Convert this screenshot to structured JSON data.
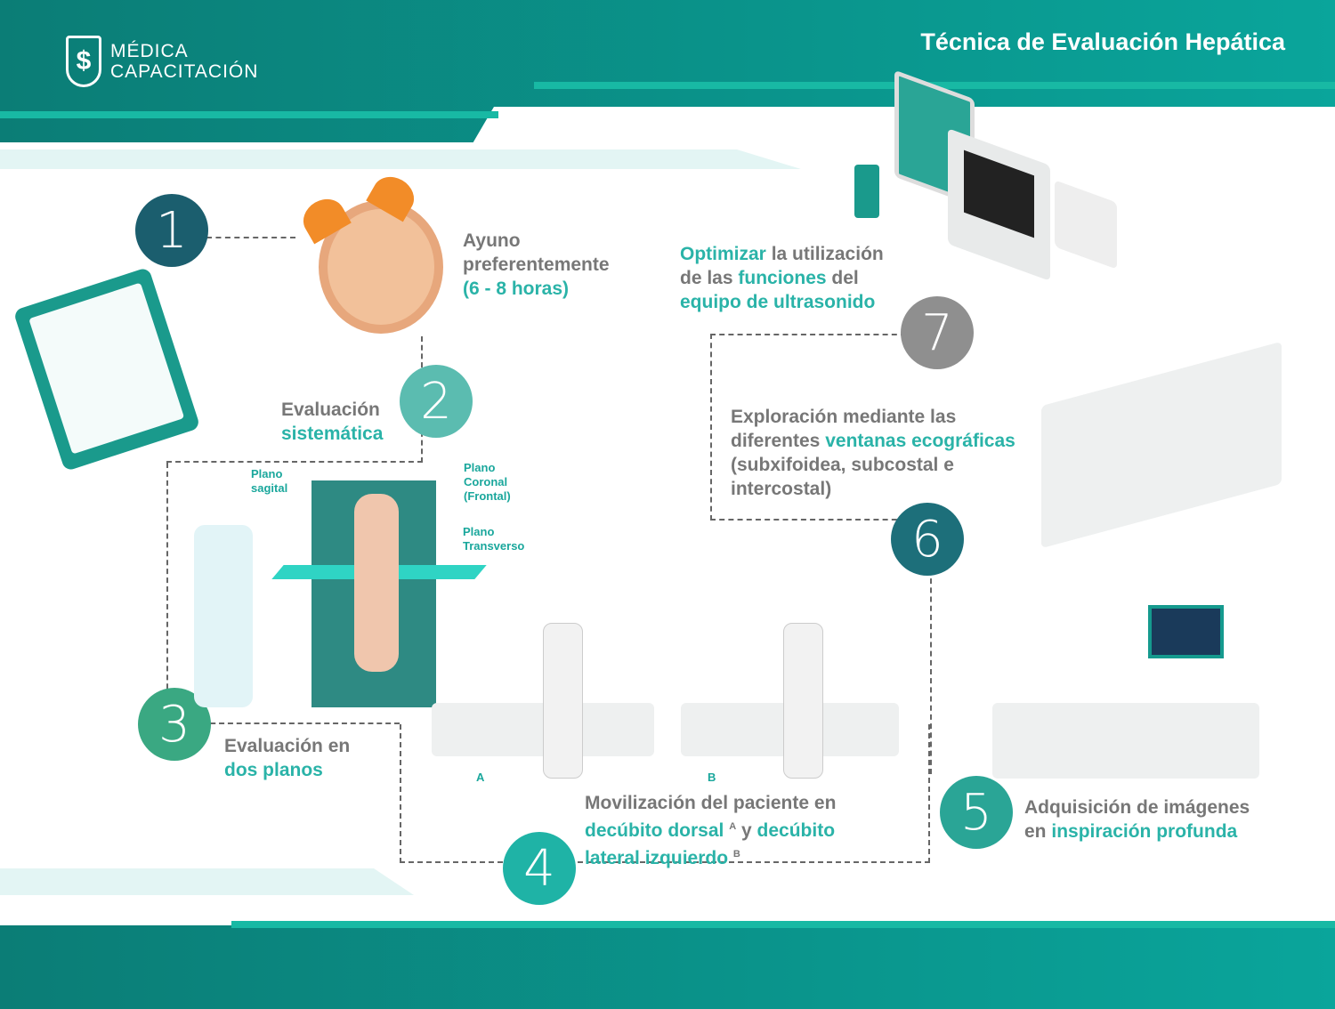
{
  "header": {
    "brand_line1": "MÉDICA",
    "brand_line2": "CAPACITACIÓN",
    "title": "Técnica de Evaluación Hepática"
  },
  "steps": [
    {
      "number": "1",
      "line1": "Ayuno",
      "line2": "preferentemente",
      "line3": "(6 - 8 horas)"
    },
    {
      "number": "2",
      "line1": "Evaluación",
      "line2": "sistemática"
    },
    {
      "number": "3",
      "line1": "Evaluación en",
      "line2": "dos planos"
    },
    {
      "number": "4",
      "line1": "Movilización del paciente en",
      "accent1": "decúbito dorsal",
      "sup1": "A",
      "mid": "y",
      "accent2": "decúbito",
      "accent3": "lateral izquierdo",
      "sup2": "B"
    },
    {
      "number": "5",
      "line1": "Adquisición de imágenes",
      "pre2": "en",
      "accent2": "inspiración profunda"
    },
    {
      "number": "6",
      "line1": "Exploración mediante las",
      "pre2": "diferentes",
      "accent2": "ventanas ecográficas",
      "line3": "(subxifoidea, subcostal e",
      "line4": "intercostal)"
    },
    {
      "number": "7",
      "accent1": "Optimizar",
      "rest1": "la utilización",
      "pre2": "de las",
      "accent2": "funciones",
      "rest2": "del",
      "accent3": "equipo de ultrasonido"
    }
  ],
  "planes": {
    "sagital": [
      "Plano",
      "sagital"
    ],
    "coronal": [
      "Plano",
      "Coronal",
      "(Frontal)"
    ],
    "transverso": [
      "Plano",
      "Transverso"
    ]
  },
  "position_labels": {
    "a": "A",
    "b": "B"
  },
  "colors": {
    "header": "#0a8a82",
    "accent": "#2ab3a8",
    "step1": "#1b5e6e",
    "step2": "#5bbcb0",
    "step3": "#3aa882",
    "step4": "#1fb3a6",
    "step5": "#2aa596",
    "step6": "#1d6f7a",
    "step7": "#8f8f8f"
  }
}
